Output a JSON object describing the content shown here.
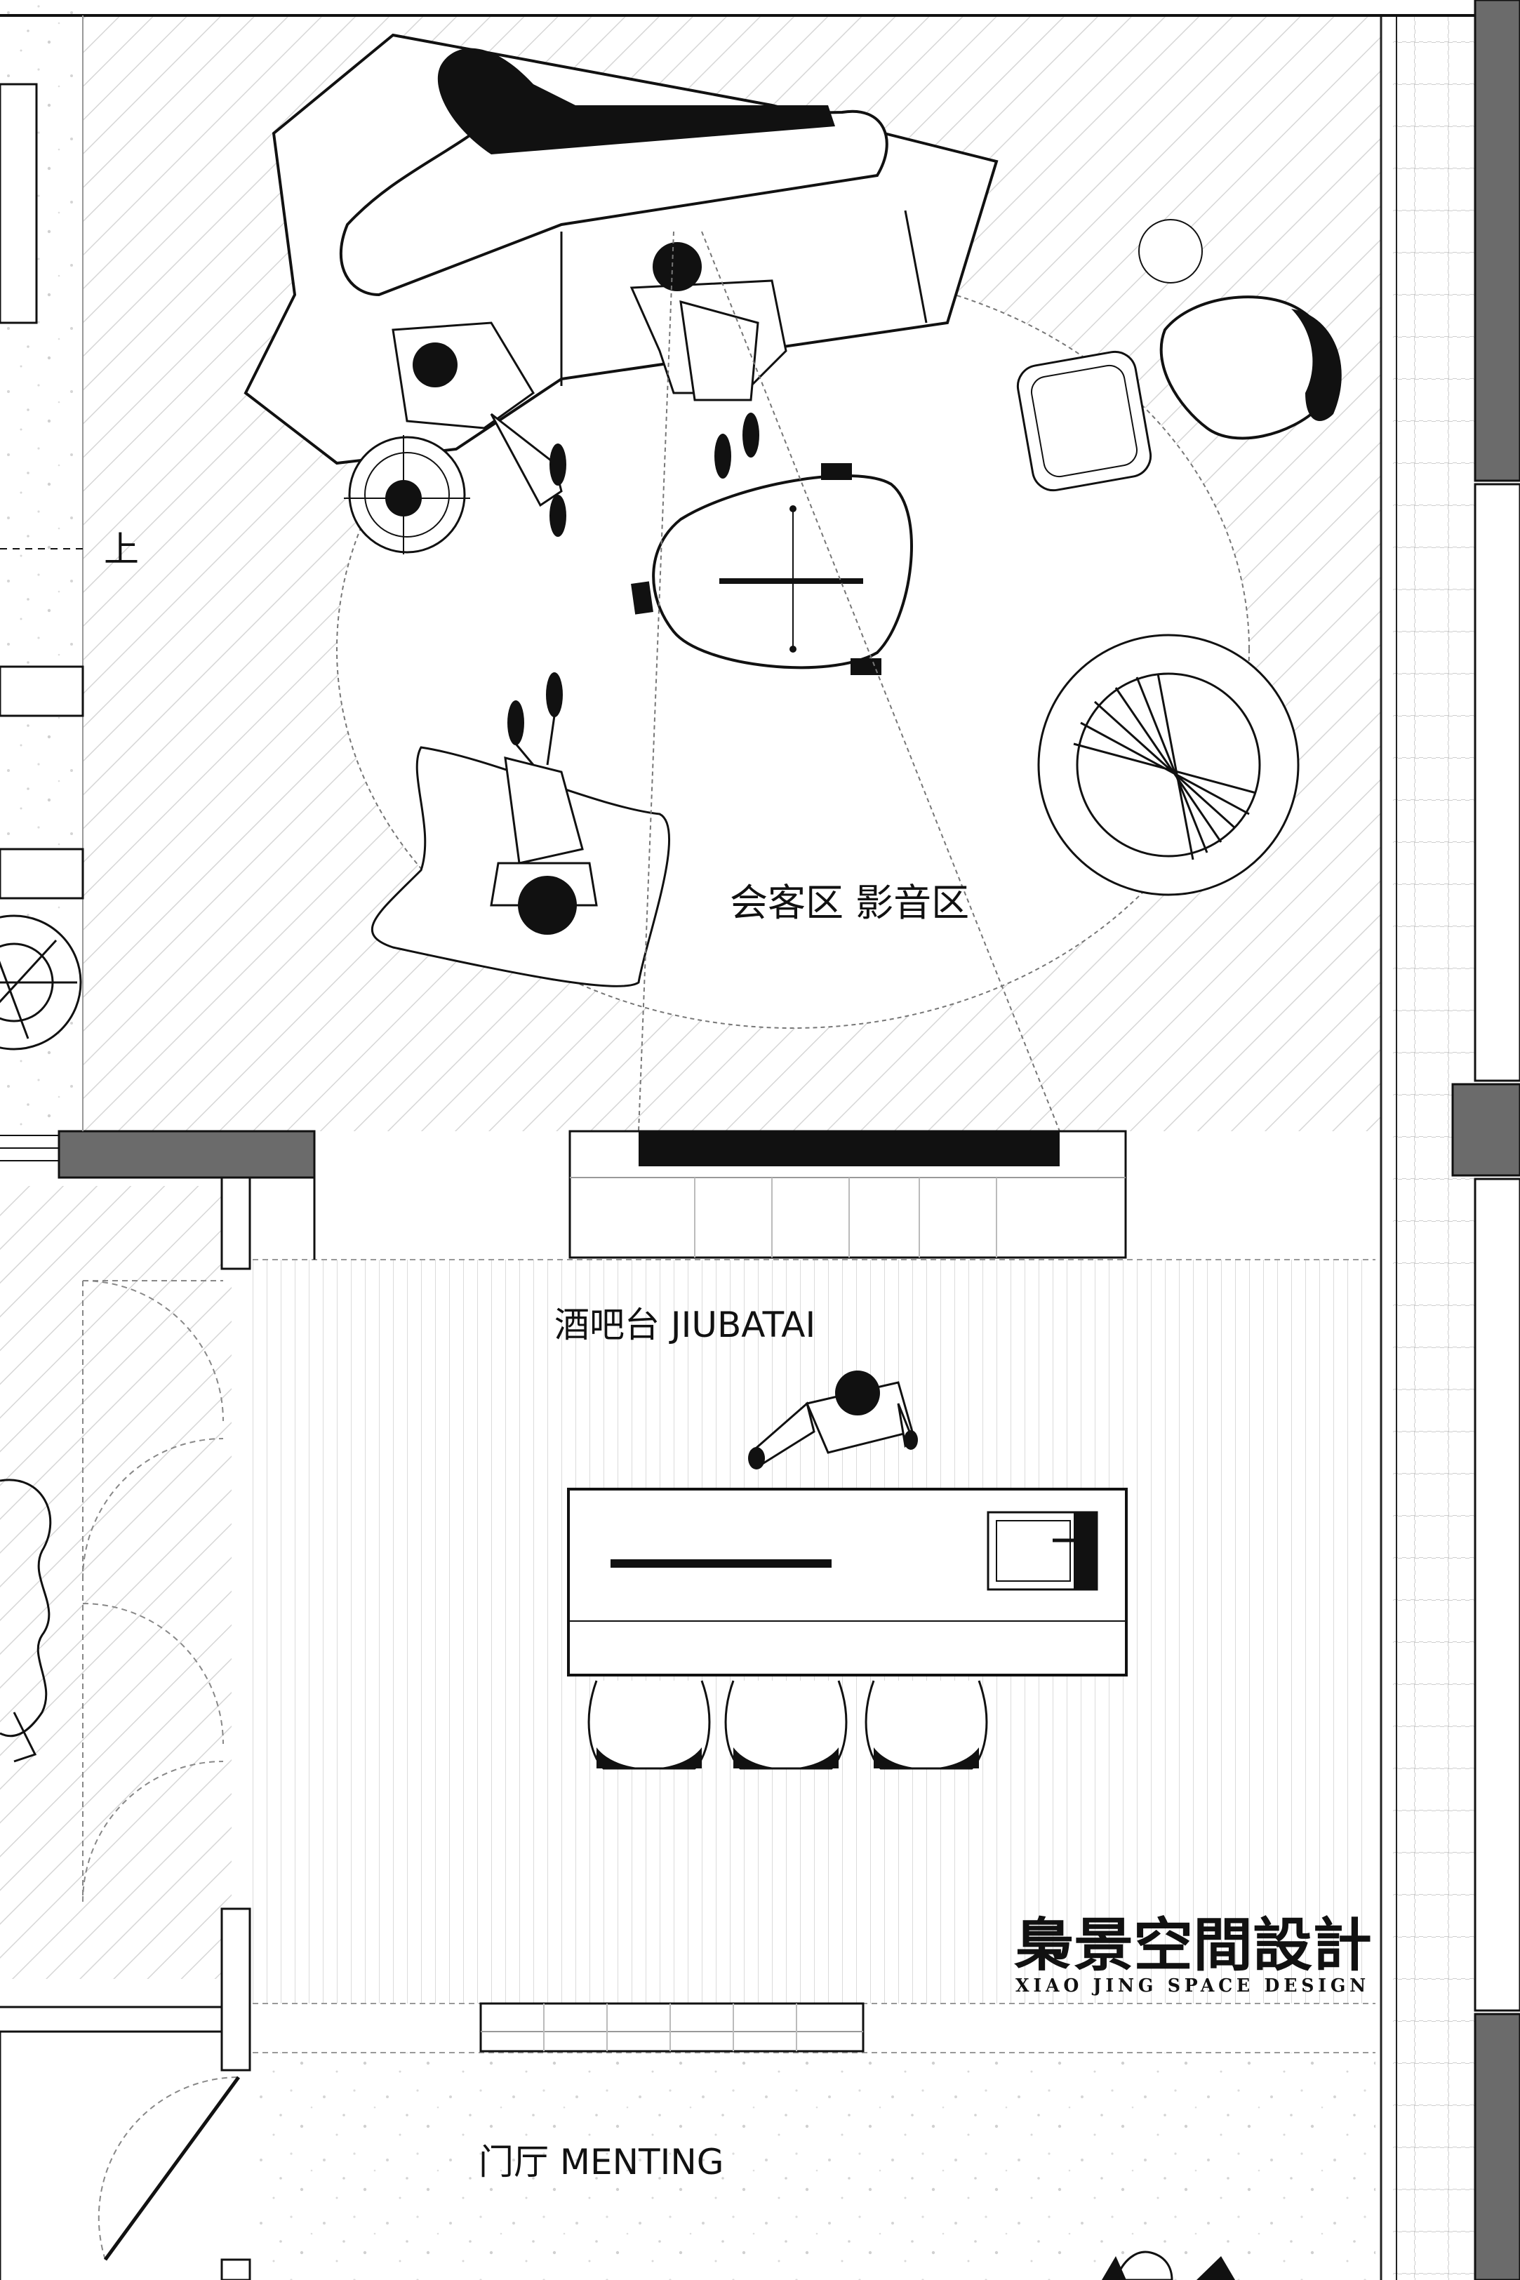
{
  "plan": {
    "stair_label": "上",
    "zones": {
      "living": "会客区 影音区",
      "bar": "酒吧台 JIUBATAI",
      "foyer": "门厅 MENTING"
    },
    "brand": {
      "name_cn": "梟景空間設計",
      "name_en": "XIAO JING SPACE DESIGN"
    }
  },
  "colors": {
    "wall": "#6b6b6b",
    "ink": "#111111",
    "hatch": "#d9d9d9",
    "line": "#555555"
  }
}
